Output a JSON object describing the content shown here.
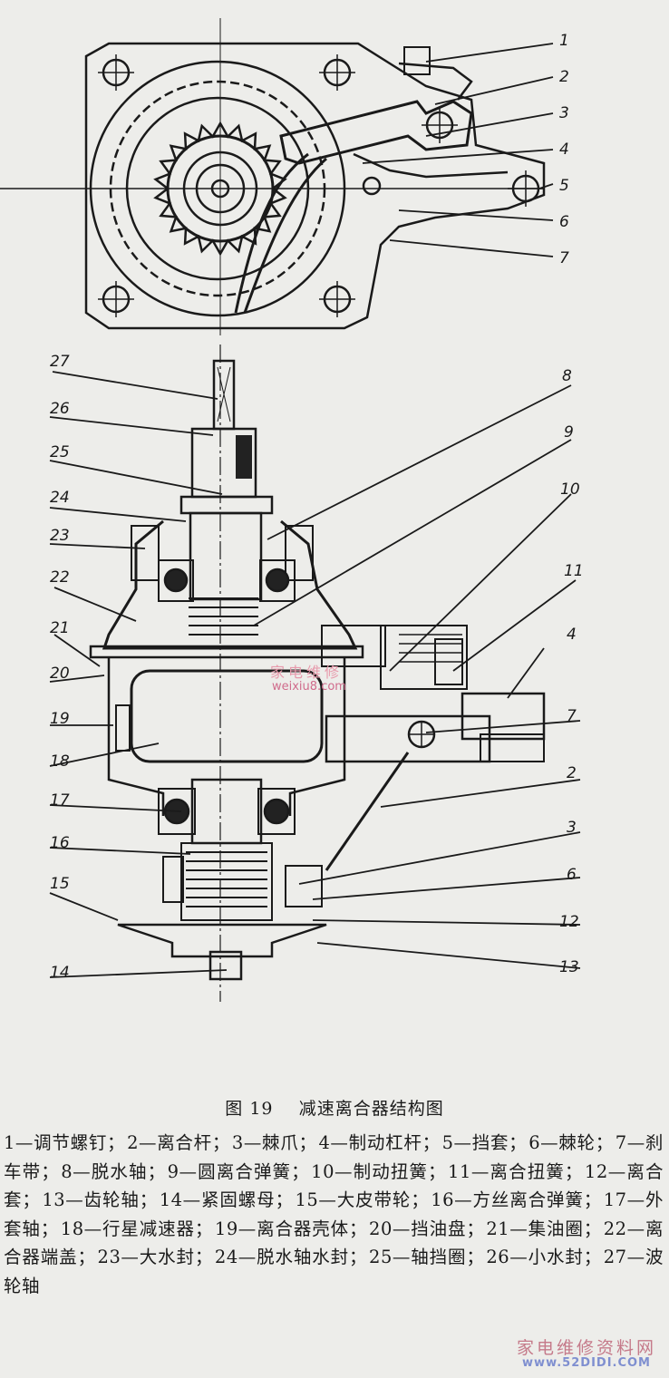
{
  "callouts_top": [
    "1",
    "2",
    "3",
    "4",
    "5",
    "6",
    "7"
  ],
  "callouts_right": [
    "8",
    "9",
    "10",
    "11",
    "4",
    "7",
    "2",
    "3",
    "6",
    "12",
    "13"
  ],
  "callouts_left": [
    "27",
    "26",
    "25",
    "24",
    "23",
    "22",
    "21",
    "20",
    "19",
    "18",
    "17",
    "16",
    "15",
    "14"
  ],
  "caption": {
    "fig": "图 19",
    "title": "减速离合器结构图"
  },
  "legend": [
    "1—调节螺钉；",
    "2—离合杆；",
    "3—棘爪；",
    "4—制动杠杆；",
    "5—挡套；",
    "6—棘轮；",
    "7—刹车带；",
    "8—脱水轴；",
    "9—圆离合弹簧；",
    "10—制动扭簧；",
    "11—离合扭簧；",
    "12—离合套；",
    "13—齿轮轴；",
    "14—紧固螺母；",
    "15—大皮带轮；",
    "16—方丝离合弹簧；",
    "17—外套轴；",
    "18—行星减速器；",
    "19—离合器壳体；",
    "20—挡油盘；",
    "21—集油圈；",
    "22—离合器端盖；",
    "23—大水封；",
    "24—脱水轴水封；",
    "25—轴挡圈；",
    "26—小水封；",
    "27—波轮轴"
  ],
  "watermark": {
    "cn": "家电维修资料网",
    "url": "www.52DIDI.COM",
    "mid_cn": "家电维修",
    "mid_url": "weixiu8.com"
  }
}
